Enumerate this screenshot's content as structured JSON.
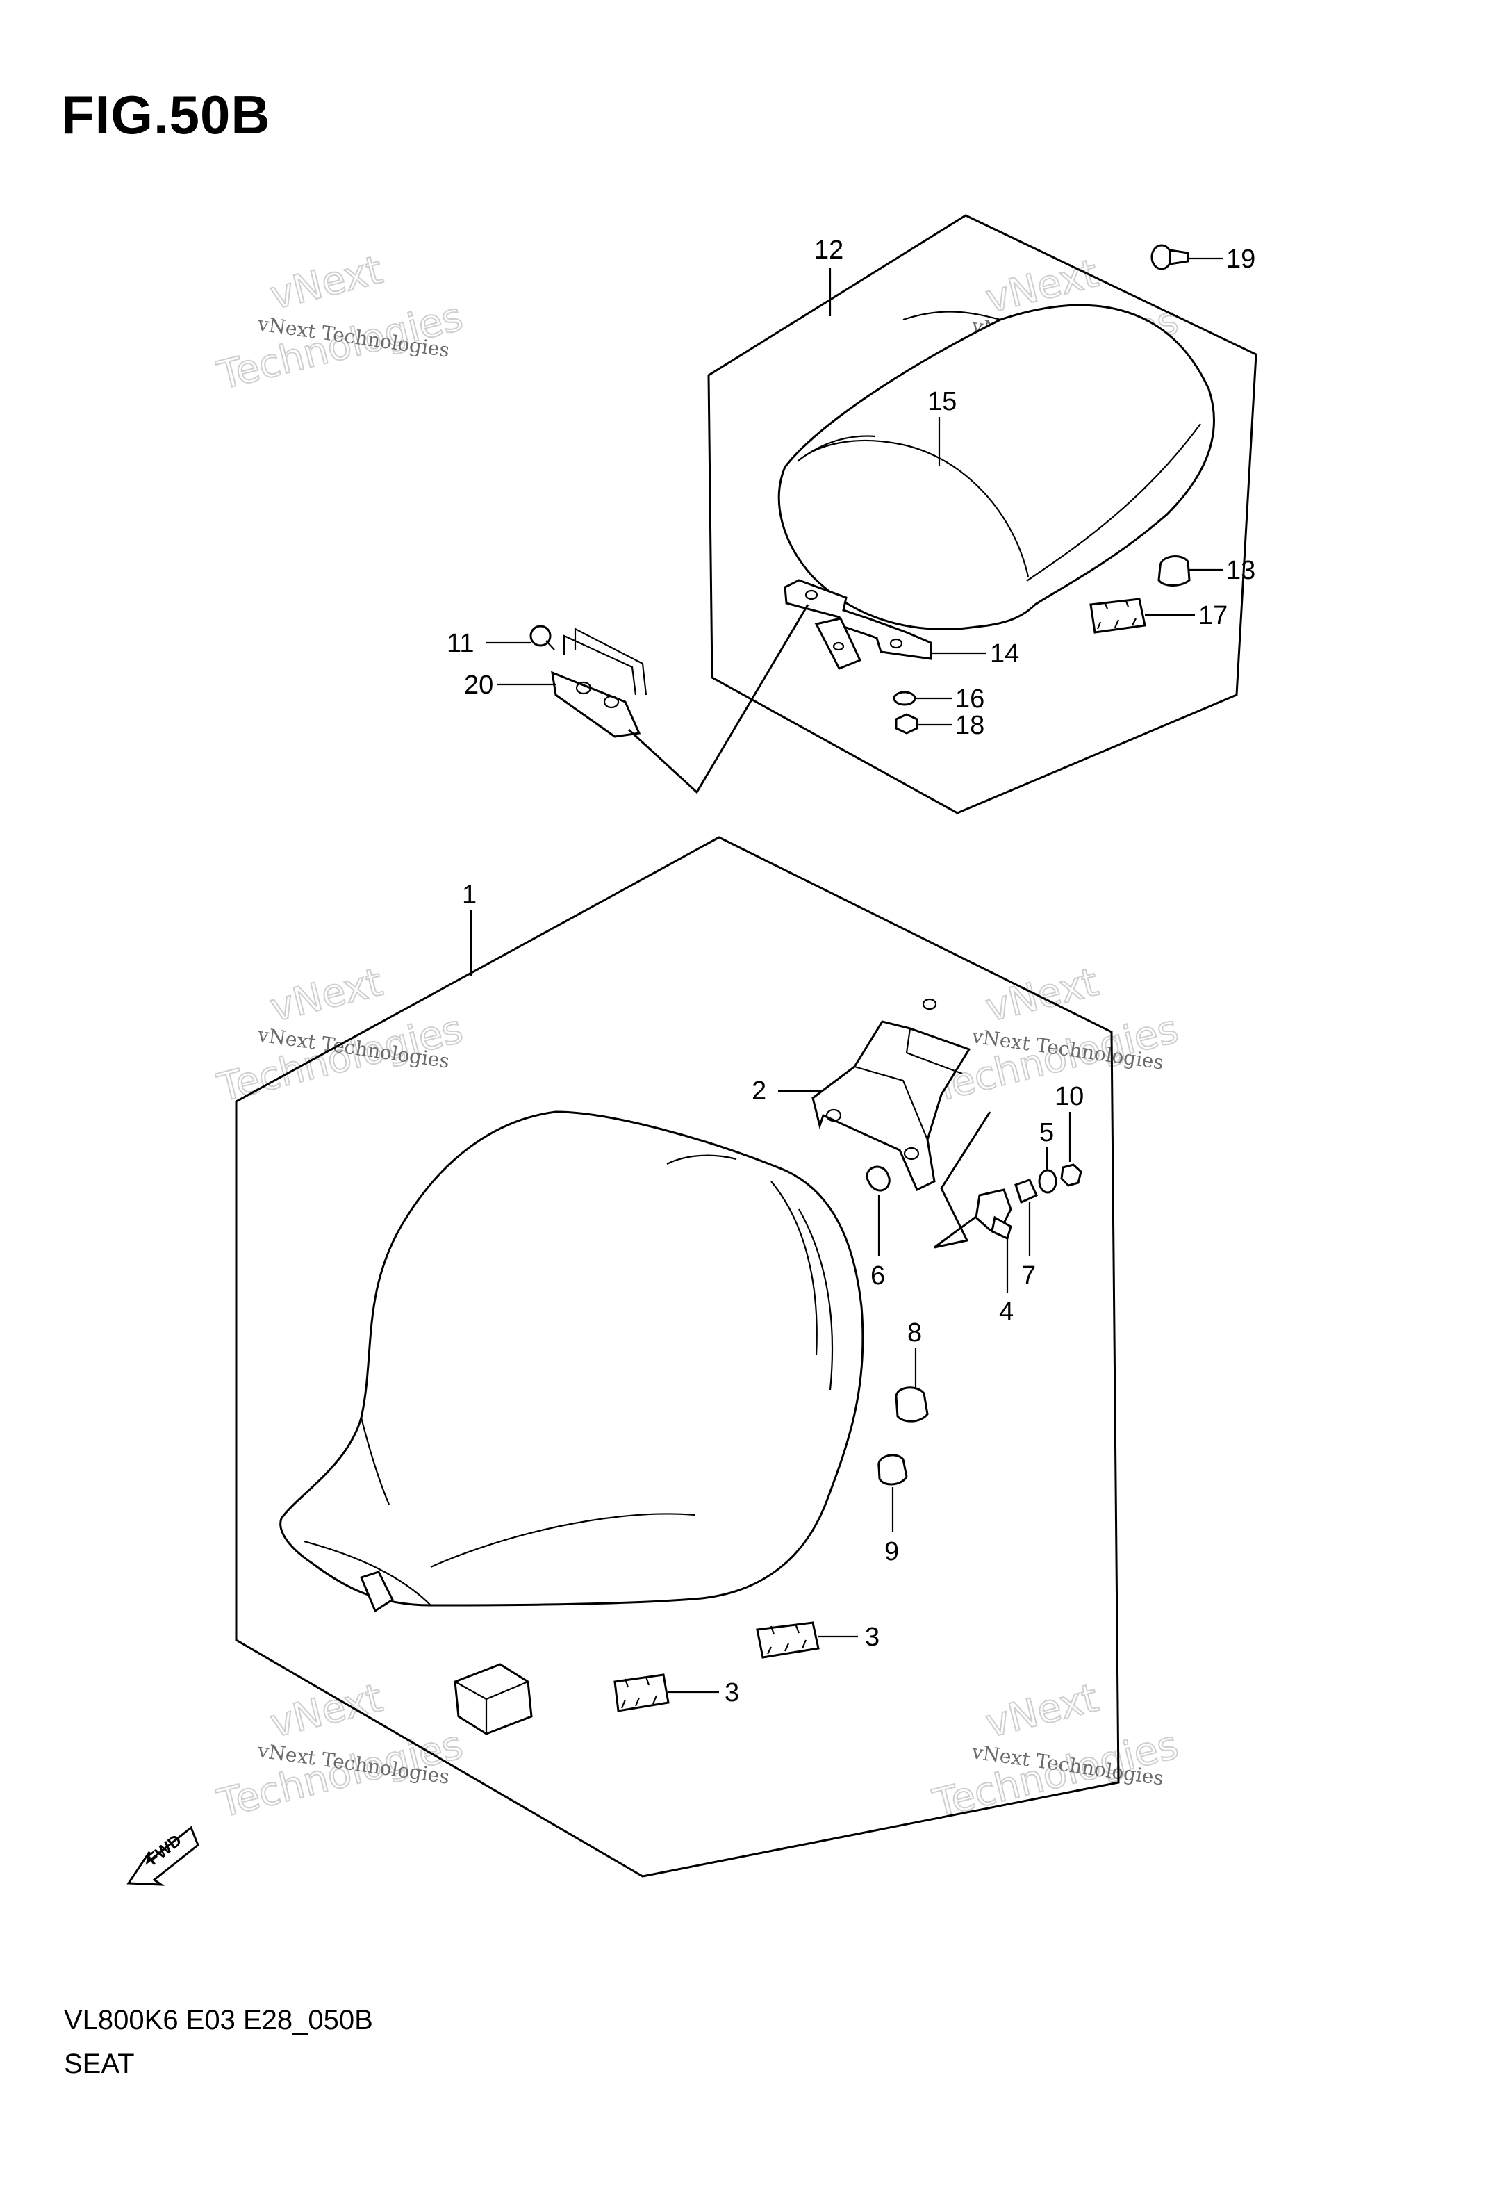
{
  "title": "FIG.50B",
  "footer": {
    "code": "VL800K6 E03 E28_050B",
    "name": "SEAT"
  },
  "watermark": {
    "line1": "vNext Technologies",
    "line2a": "vNext",
    "line2b": "Technologies"
  },
  "fwd_label": "FWD",
  "callouts": {
    "c1": "1",
    "c2": "2",
    "c3a": "3",
    "c3b": "3",
    "c4": "4",
    "c5": "5",
    "c6": "6",
    "c7": "7",
    "c8": "8",
    "c9": "9",
    "c10": "10",
    "c11": "11",
    "c12": "12",
    "c13": "13",
    "c14": "14",
    "c15": "15",
    "c16": "16",
    "c17": "17",
    "c18": "18",
    "c19": "19",
    "c20": "20"
  },
  "colors": {
    "line": "#000000",
    "watermark": "#6a6a6a",
    "background": "#ffffff"
  }
}
